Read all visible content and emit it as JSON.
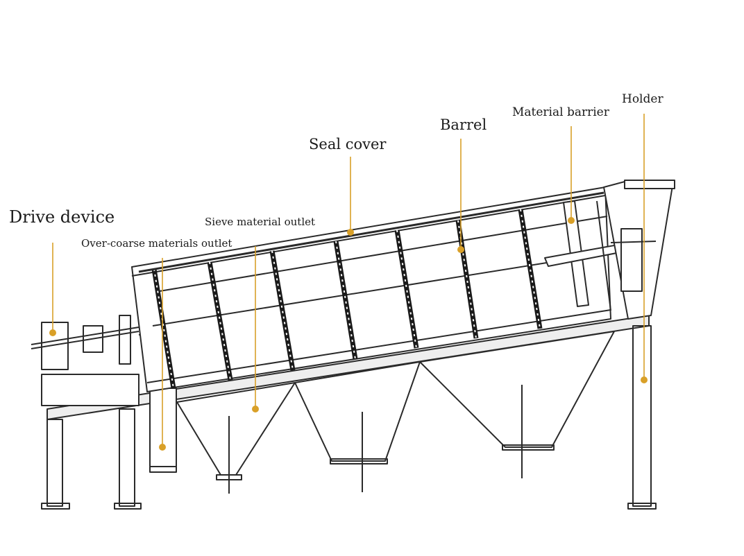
{
  "diagram": {
    "labels": {
      "drive_device": "Drive device",
      "over_coarse_outlet": "Over-coarse materials outlet",
      "sieve_outlet": "Sieve material outlet",
      "seal_cover": "Seal cover",
      "barrel": "Barrel",
      "material_barrier": "Material barrier",
      "holder": "Holder"
    },
    "colors": {
      "callout": "#D9A028",
      "line": "#2a2a2a",
      "fill_light": "#eeeeee"
    }
  }
}
